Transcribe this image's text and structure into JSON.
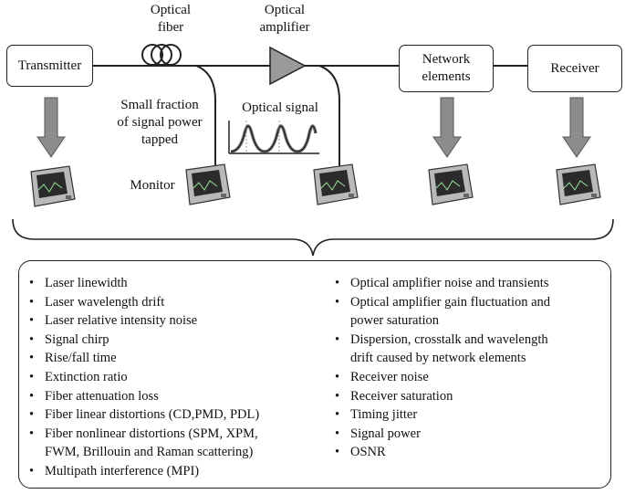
{
  "nodes": {
    "transmitter": "Transmitter",
    "network_elements_line1": "Network",
    "network_elements_line2": "elements",
    "receiver": "Receiver"
  },
  "labels": {
    "optical_fiber_line1": "Optical",
    "optical_fiber_line2": "fiber",
    "optical_amplifier_line1": "Optical",
    "optical_amplifier_line2": "amplifier",
    "tap_line1": "Small fraction",
    "tap_line2": "of signal power",
    "tap_line3": "tapped",
    "optical_signal": "Optical signal",
    "monitor": "Monitor"
  },
  "impairments_left": [
    "Laser linewidth",
    "Laser wavelength drift",
    "Laser relative intensity noise",
    "Signal chirp",
    "Rise/fall time",
    "Extinction ratio",
    "Fiber attenuation loss",
    "Fiber linear distortions (CD,PMD, PDL)",
    "Fiber nonlinear distortions (SPM, XPM,",
    "FWM, Brillouin and Raman scattering)",
    "Multipath interference (MPI)"
  ],
  "impairments_right": [
    "Optical amplifier noise and transients",
    "Optical amplifier gain fluctuation and",
    "power saturation",
    "Dispersion, crosstalk and wavelength",
    "drift caused by network elements",
    "Receiver noise",
    "Receiver saturation",
    "Timing jitter",
    "Signal power",
    "OSNR"
  ],
  "colors": {
    "line": "#222222",
    "arrow_fill": "#8c8c8c",
    "amplifier_fill": "#9a9a9a",
    "monitor_body": "#b9b9b9",
    "monitor_screen": "#2b2b2b"
  }
}
